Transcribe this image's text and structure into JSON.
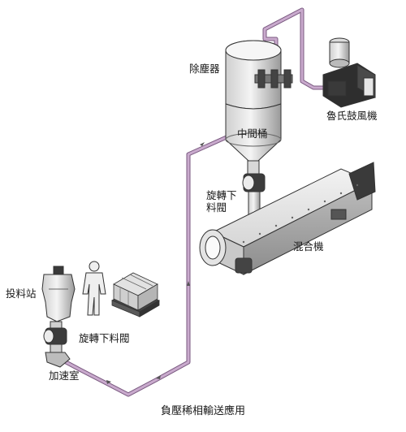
{
  "labels": {
    "dust_collector": "除塵器",
    "roots_blower": "魯氏鼓風機",
    "intermediate_bin": "中間桶",
    "rotary_valve_top": "旋轉下料閥",
    "mixer": "混合機",
    "feeding_station": "投料站",
    "rotary_valve_bottom": "旋轉下料閥",
    "acceleration_chamber": "加速室"
  },
  "caption": "負壓稀相輸送應用",
  "colors": {
    "pipe": "#c4a6c8",
    "pipe_outline": "#7a5a80",
    "equipment_light": "#e8e8e8",
    "equipment_dark": "#2a2a2a",
    "outline": "#333333"
  },
  "icons": [
    "flow-arrow-icon",
    "person-figure",
    "material-bags-pallet"
  ]
}
